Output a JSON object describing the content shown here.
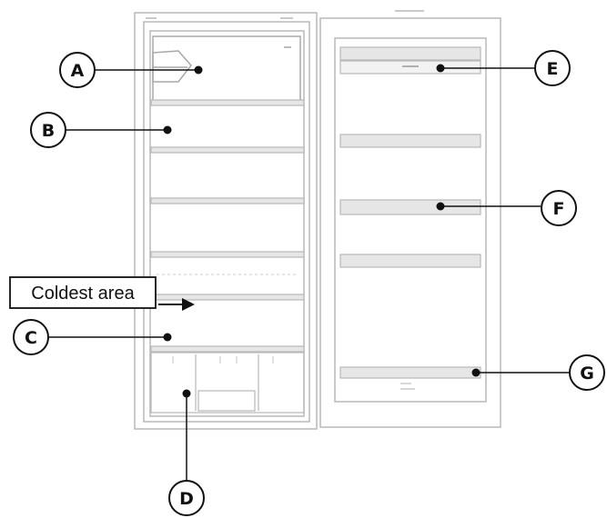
{
  "callouts": {
    "a": "A",
    "b": "B",
    "c": "C",
    "d": "D",
    "e": "E",
    "f": "F",
    "g": "G"
  },
  "coldest_area": {
    "label": "Coldest area"
  },
  "colors": {
    "line": "#111111",
    "fridge_outline": "#b8b8b8",
    "shelf_fill": "#e6e6e6",
    "background": "#ffffff"
  }
}
